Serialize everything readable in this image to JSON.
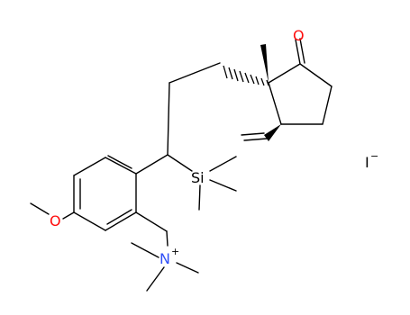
{
  "molecule": {
    "atom_labels": {
      "oxygen_ketone": "O",
      "oxygen_methoxy": "O",
      "silicon": "Si",
      "nitrogen": "N",
      "nitrogen_charge": "+",
      "iodine": "I",
      "iodine_charge": "−"
    },
    "colors": {
      "bond": "#000000",
      "oxygen": "#ff0d0d",
      "nitrogen": "#3050f8",
      "iodine": "#000000",
      "silicon": "#000000"
    }
  }
}
